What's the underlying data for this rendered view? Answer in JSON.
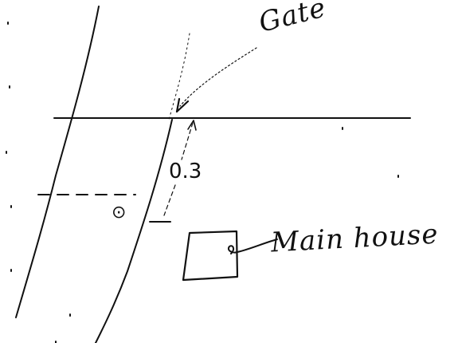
{
  "labels": {
    "gate": "Gate",
    "distance": "0.3",
    "main_house": "Main house",
    "marker": "⊙"
  },
  "colors": {
    "ink": "#111111",
    "paper": "#ffffff"
  }
}
